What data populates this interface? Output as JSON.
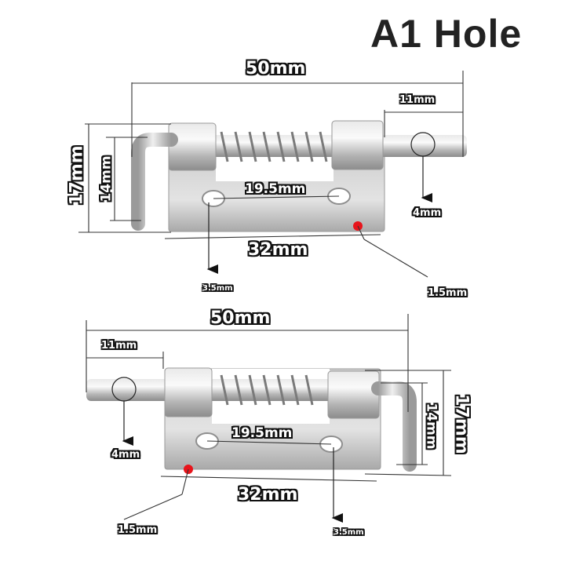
{
  "title": "A1 Hole",
  "top_latch": {
    "orientation": "bolt-right",
    "dimensions": {
      "overall_length": "50mm",
      "bolt_extension": "11mm",
      "overall_height": "17mm",
      "handle_height": "14mm",
      "hole_spacing": "19.5mm",
      "bolt_diameter": "4mm",
      "plate_length": "32mm",
      "hole_diameter": "3.5mm",
      "plate_thickness": "1.5mm"
    }
  },
  "bottom_latch": {
    "orientation": "bolt-left",
    "dimensions": {
      "overall_length": "50mm",
      "bolt_extension": "11mm",
      "overall_height": "17mm",
      "handle_height": "14mm",
      "hole_spacing": "19.5mm",
      "bolt_diameter": "4mm",
      "plate_length": "32mm",
      "hole_diameter": "3.5mm",
      "plate_thickness": "1.5mm"
    }
  },
  "colors": {
    "marker": "#e8141b",
    "steel": "#c9c9c9",
    "dimension_line": "#333333"
  }
}
